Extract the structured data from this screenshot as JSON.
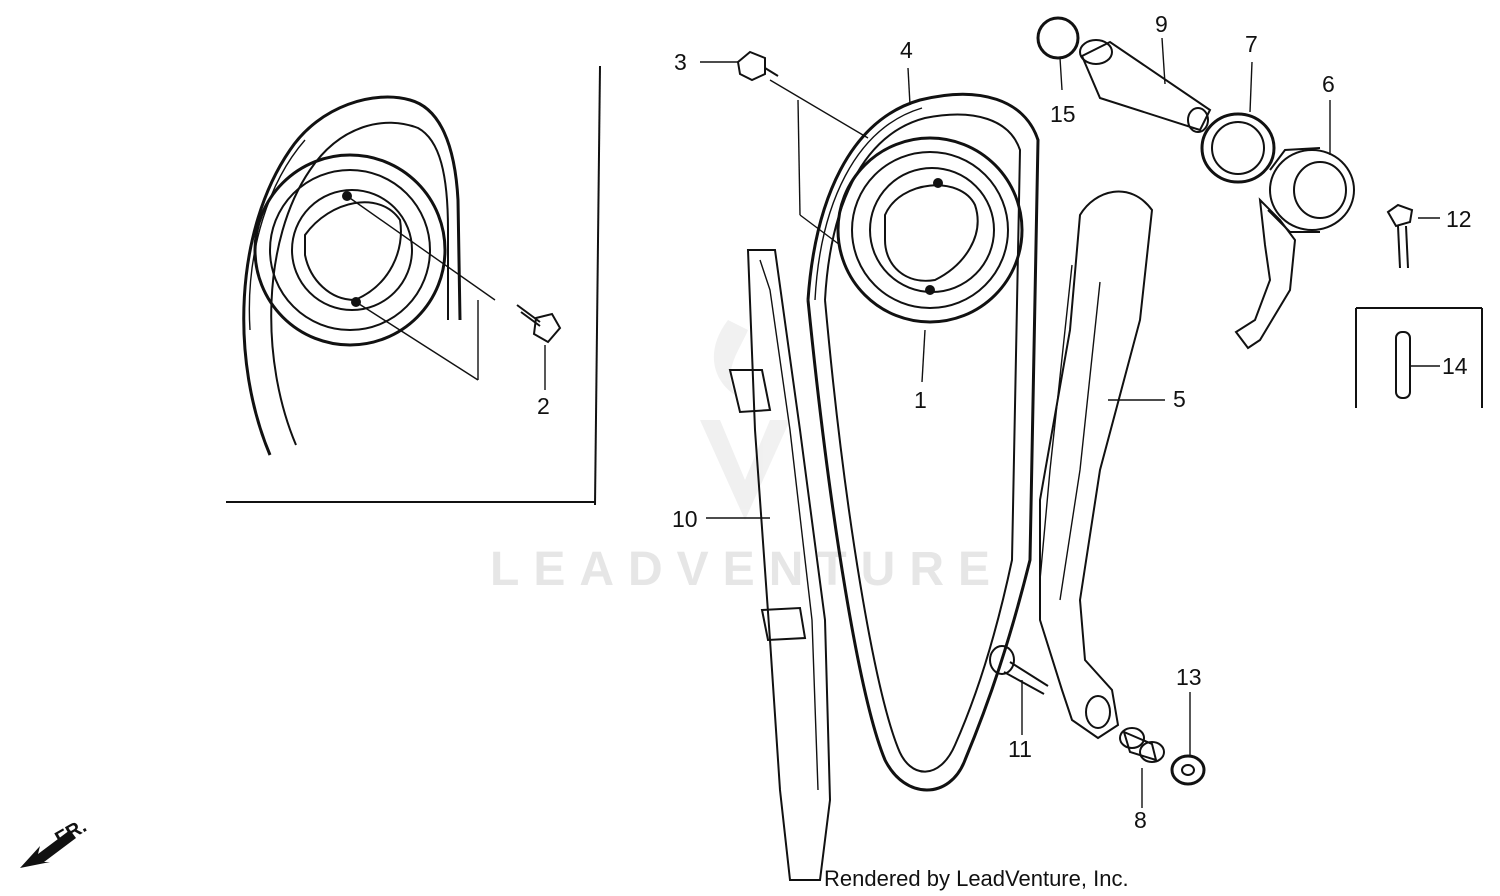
{
  "diagram": {
    "callouts": [
      {
        "id": "c1",
        "label": "1"
      },
      {
        "id": "c2",
        "label": "2"
      },
      {
        "id": "c3",
        "label": "3"
      },
      {
        "id": "c4",
        "label": "4"
      },
      {
        "id": "c5",
        "label": "5"
      },
      {
        "id": "c6",
        "label": "6"
      },
      {
        "id": "c7",
        "label": "7"
      },
      {
        "id": "c8",
        "label": "8"
      },
      {
        "id": "c9",
        "label": "9"
      },
      {
        "id": "c10",
        "label": "10"
      },
      {
        "id": "c11",
        "label": "11"
      },
      {
        "id": "c12",
        "label": "12"
      },
      {
        "id": "c13",
        "label": "13"
      },
      {
        "id": "c14",
        "label": "14"
      },
      {
        "id": "c15",
        "label": "15"
      }
    ],
    "direction_label": "FR.",
    "watermark": "LEADVENTURE",
    "credit": "Rendered by LeadVenture, Inc."
  }
}
